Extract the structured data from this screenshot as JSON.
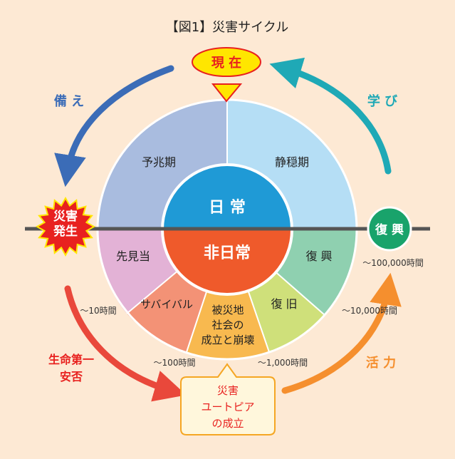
{
  "title": "【図1】災害サイクル",
  "now": {
    "label": "現 在"
  },
  "center": {
    "upper": "日 常",
    "lower": "非日常"
  },
  "sectors": {
    "yochouki": "予兆期",
    "seionki": "静穏期",
    "fukkou": "復 興",
    "fukkyu": "復 旧",
    "collapse": [
      "被災地",
      "社会の",
      "成立と崩壊"
    ],
    "survival": "サバイバル",
    "miatou": "先見当"
  },
  "side_labels": {
    "sonae": "備 え",
    "manabi": "学 び",
    "katsuryoku": "活 力",
    "seimei": [
      "生命第一",
      "安否"
    ]
  },
  "disaster": [
    "災害",
    "発生"
  ],
  "recovery_badge": "復 興",
  "utopia": [
    "災害",
    "ユートピア",
    "の成立"
  ],
  "time_labels": {
    "t10": "〜10時間",
    "t100": "〜100時間",
    "t1000": "〜1,000時間",
    "t10000": "〜10,000時間",
    "t100000": "〜100,000時間"
  },
  "colors": {
    "background": "#fde9d4",
    "yochouki": "#a9bcdf",
    "seionki": "#b5def5",
    "fukkou": "#8fd0b0",
    "fukkyu": "#cfe07a",
    "collapse": "#f8b94f",
    "survival": "#f39276",
    "miatou": "#e3b2d6",
    "center_upper": "#1f9ad6",
    "center_lower": "#ef5a2b",
    "arrow_sonae": "#3b6cb7",
    "arrow_manabi": "#1fa9b6",
    "arrow_katsuryoku": "#f58f2e",
    "arrow_seimei": "#e9483b",
    "disaster": "#e8211f",
    "recovery": "#19a36b"
  }
}
